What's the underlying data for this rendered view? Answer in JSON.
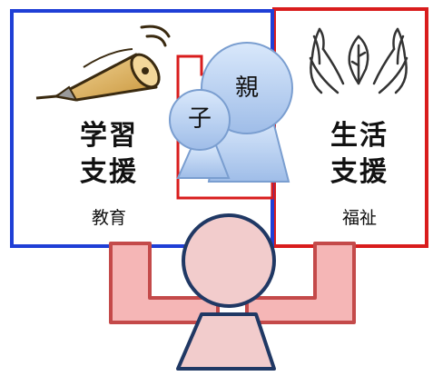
{
  "left_panel": {
    "title_line1": "学習",
    "title_line2": "支援",
    "subtitle": "教育",
    "border_color": "#1f3fd6",
    "icon": "pencil-icon"
  },
  "right_panel": {
    "title_line1": "生活",
    "title_line2": "支援",
    "subtitle": "福祉",
    "border_color": "#d91c1c",
    "icon": "hands-leaf-icon"
  },
  "child_bubble": {
    "label": "子",
    "color": "#b9d2f2"
  },
  "parent_bubble": {
    "label": "親",
    "color": "#b9d2f2"
  },
  "supporter": {
    "icon": "person-icon",
    "head_color": "#f2cccc",
    "outline_color": "#203864"
  },
  "arms_color": "#f5b6b6"
}
